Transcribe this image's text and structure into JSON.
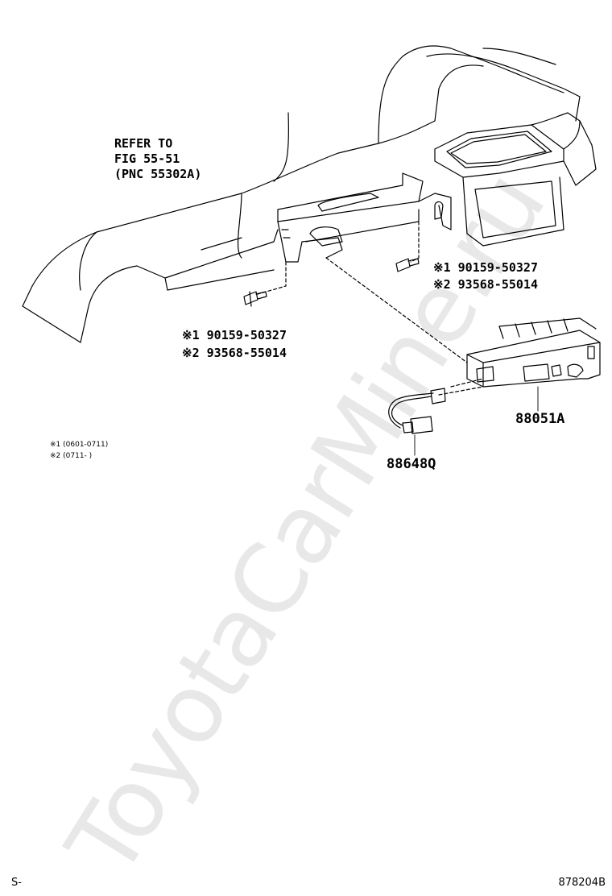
{
  "watermark": "ToyotaCarMine.ru",
  "callouts": {
    "refer_line1": "REFER TO",
    "refer_line2": "FIG 55-51",
    "refer_line3": "(PNC 55302A)",
    "bolt_right_1": "※1 90159-50327",
    "bolt_right_2": "※2 93568-55014",
    "bolt_left_1": "※1 90159-50327",
    "bolt_left_2": "※2 93568-55014",
    "part_module": "88051A",
    "part_harness": "88648Q"
  },
  "notes": {
    "note1": "※1 (0601-0711)",
    "note2": "※2 (0711-      )"
  },
  "footer": {
    "left": "S-",
    "right": "878204B"
  }
}
